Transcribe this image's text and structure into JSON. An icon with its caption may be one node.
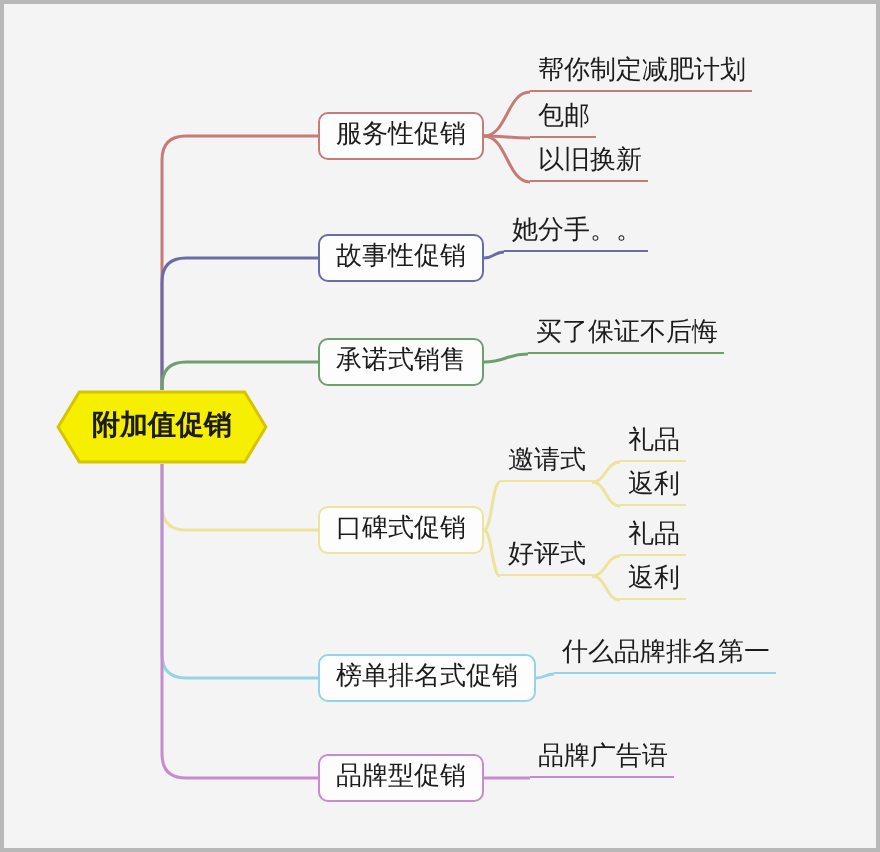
{
  "diagram": {
    "nodes": [
      {
        "text": [
          "附加值促销"
        ]
      },
      {
        "text": [
          "服务性促销"
        ]
      },
      {
        "text": [
          "帮你制定减肥计划"
        ]
      },
      {
        "text": [
          "包邮"
        ]
      },
      {
        "text": [
          "以旧换新"
        ]
      },
      {
        "text": [
          "故事性促销"
        ]
      },
      {
        "text": [
          "她分手。。"
        ]
      },
      {
        "text": [
          "承诺式销售"
        ]
      },
      {
        "text": [
          "买了保证不后悔"
        ]
      },
      {
        "text": [
          "口碑式促销"
        ]
      },
      {
        "text": [
          "邀请式"
        ]
      },
      {
        "text": [
          "礼品"
        ]
      },
      {
        "text": [
          "返利"
        ]
      },
      {
        "text": [
          "好评式"
        ]
      },
      {
        "text": [
          "礼品"
        ]
      },
      {
        "text": [
          "返利"
        ]
      },
      {
        "text": [
          "榜单排名式促销"
        ]
      },
      {
        "text": [
          "什么品牌排名第一"
        ]
      },
      {
        "text": [
          "品牌型促销"
        ]
      },
      {
        "text": [
          "品牌广告语"
        ]
      }
    ],
    "edges": [
      {
        "from": 0,
        "to": 1,
        "arrow": "none",
        "color": "#c77b76"
      },
      {
        "from": 1,
        "to": 2,
        "arrow": "none",
        "color": "#c77b76"
      },
      {
        "from": 1,
        "to": 3,
        "arrow": "none",
        "color": "#c77b76"
      },
      {
        "from": 1,
        "to": 4,
        "arrow": "none",
        "color": "#c77b76"
      },
      {
        "from": 0,
        "to": 5,
        "arrow": "none",
        "color": "#6b6ba8"
      },
      {
        "from": 5,
        "to": 6,
        "arrow": "none",
        "color": "#6b6ba8"
      },
      {
        "from": 0,
        "to": 7,
        "arrow": "none",
        "color": "#6f9f6f"
      },
      {
        "from": 7,
        "to": 8,
        "arrow": "none",
        "color": "#6f9f6f"
      },
      {
        "from": 0,
        "to": 9,
        "arrow": "none",
        "color": "#ede39a"
      },
      {
        "from": 9,
        "to": 10,
        "arrow": "none",
        "color": "#ede39a"
      },
      {
        "from": 10,
        "to": 11,
        "arrow": "none",
        "color": "#ede39a"
      },
      {
        "from": 10,
        "to": 12,
        "arrow": "none",
        "color": "#ede39a"
      },
      {
        "from": 9,
        "to": 13,
        "arrow": "none",
        "color": "#ede39a"
      },
      {
        "from": 13,
        "to": 14,
        "arrow": "none",
        "color": "#ede39a"
      },
      {
        "from": 13,
        "to": 15,
        "arrow": "none",
        "color": "#ede39a"
      },
      {
        "from": 0,
        "to": 16,
        "arrow": "none",
        "color": "#94d4e4"
      },
      {
        "from": 16,
        "to": 17,
        "arrow": "none",
        "color": "#94d4e4"
      },
      {
        "from": 0,
        "to": 18,
        "arrow": "none",
        "color": "#c88ad0"
      },
      {
        "from": 18,
        "to": 19,
        "arrow": "none",
        "color": "#c88ad0"
      }
    ]
  }
}
